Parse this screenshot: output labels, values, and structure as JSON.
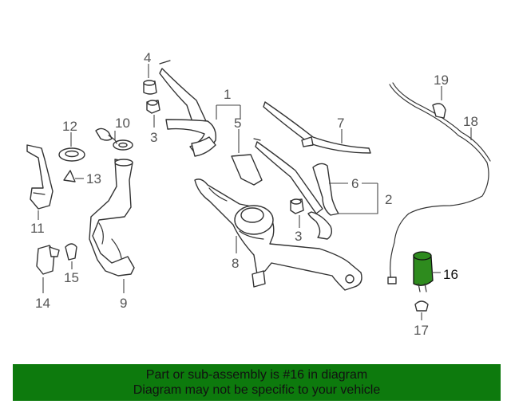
{
  "diagram": {
    "callouts": [
      {
        "id": "1",
        "label": "1"
      },
      {
        "id": "2",
        "label": "2"
      },
      {
        "id": "3a",
        "label": "3"
      },
      {
        "id": "3b",
        "label": "3"
      },
      {
        "id": "4",
        "label": "4"
      },
      {
        "id": "5",
        "label": "5"
      },
      {
        "id": "6",
        "label": "6"
      },
      {
        "id": "7",
        "label": "7"
      },
      {
        "id": "8",
        "label": "8"
      },
      {
        "id": "9",
        "label": "9"
      },
      {
        "id": "10",
        "label": "10"
      },
      {
        "id": "11",
        "label": "11"
      },
      {
        "id": "12",
        "label": "12"
      },
      {
        "id": "13",
        "label": "13"
      },
      {
        "id": "14",
        "label": "14"
      },
      {
        "id": "15",
        "label": "15"
      },
      {
        "id": "16",
        "label": "16"
      },
      {
        "id": "17",
        "label": "17"
      },
      {
        "id": "18",
        "label": "18"
      },
      {
        "id": "19",
        "label": "19"
      }
    ],
    "highlighted_part": "16",
    "highlight_color": "#2e8b1e"
  },
  "banner": {
    "line1": "Part or sub-assembly is #16 in diagram",
    "line2": "Diagram may not be specific to your vehicle",
    "background": "#0d7a0d"
  }
}
